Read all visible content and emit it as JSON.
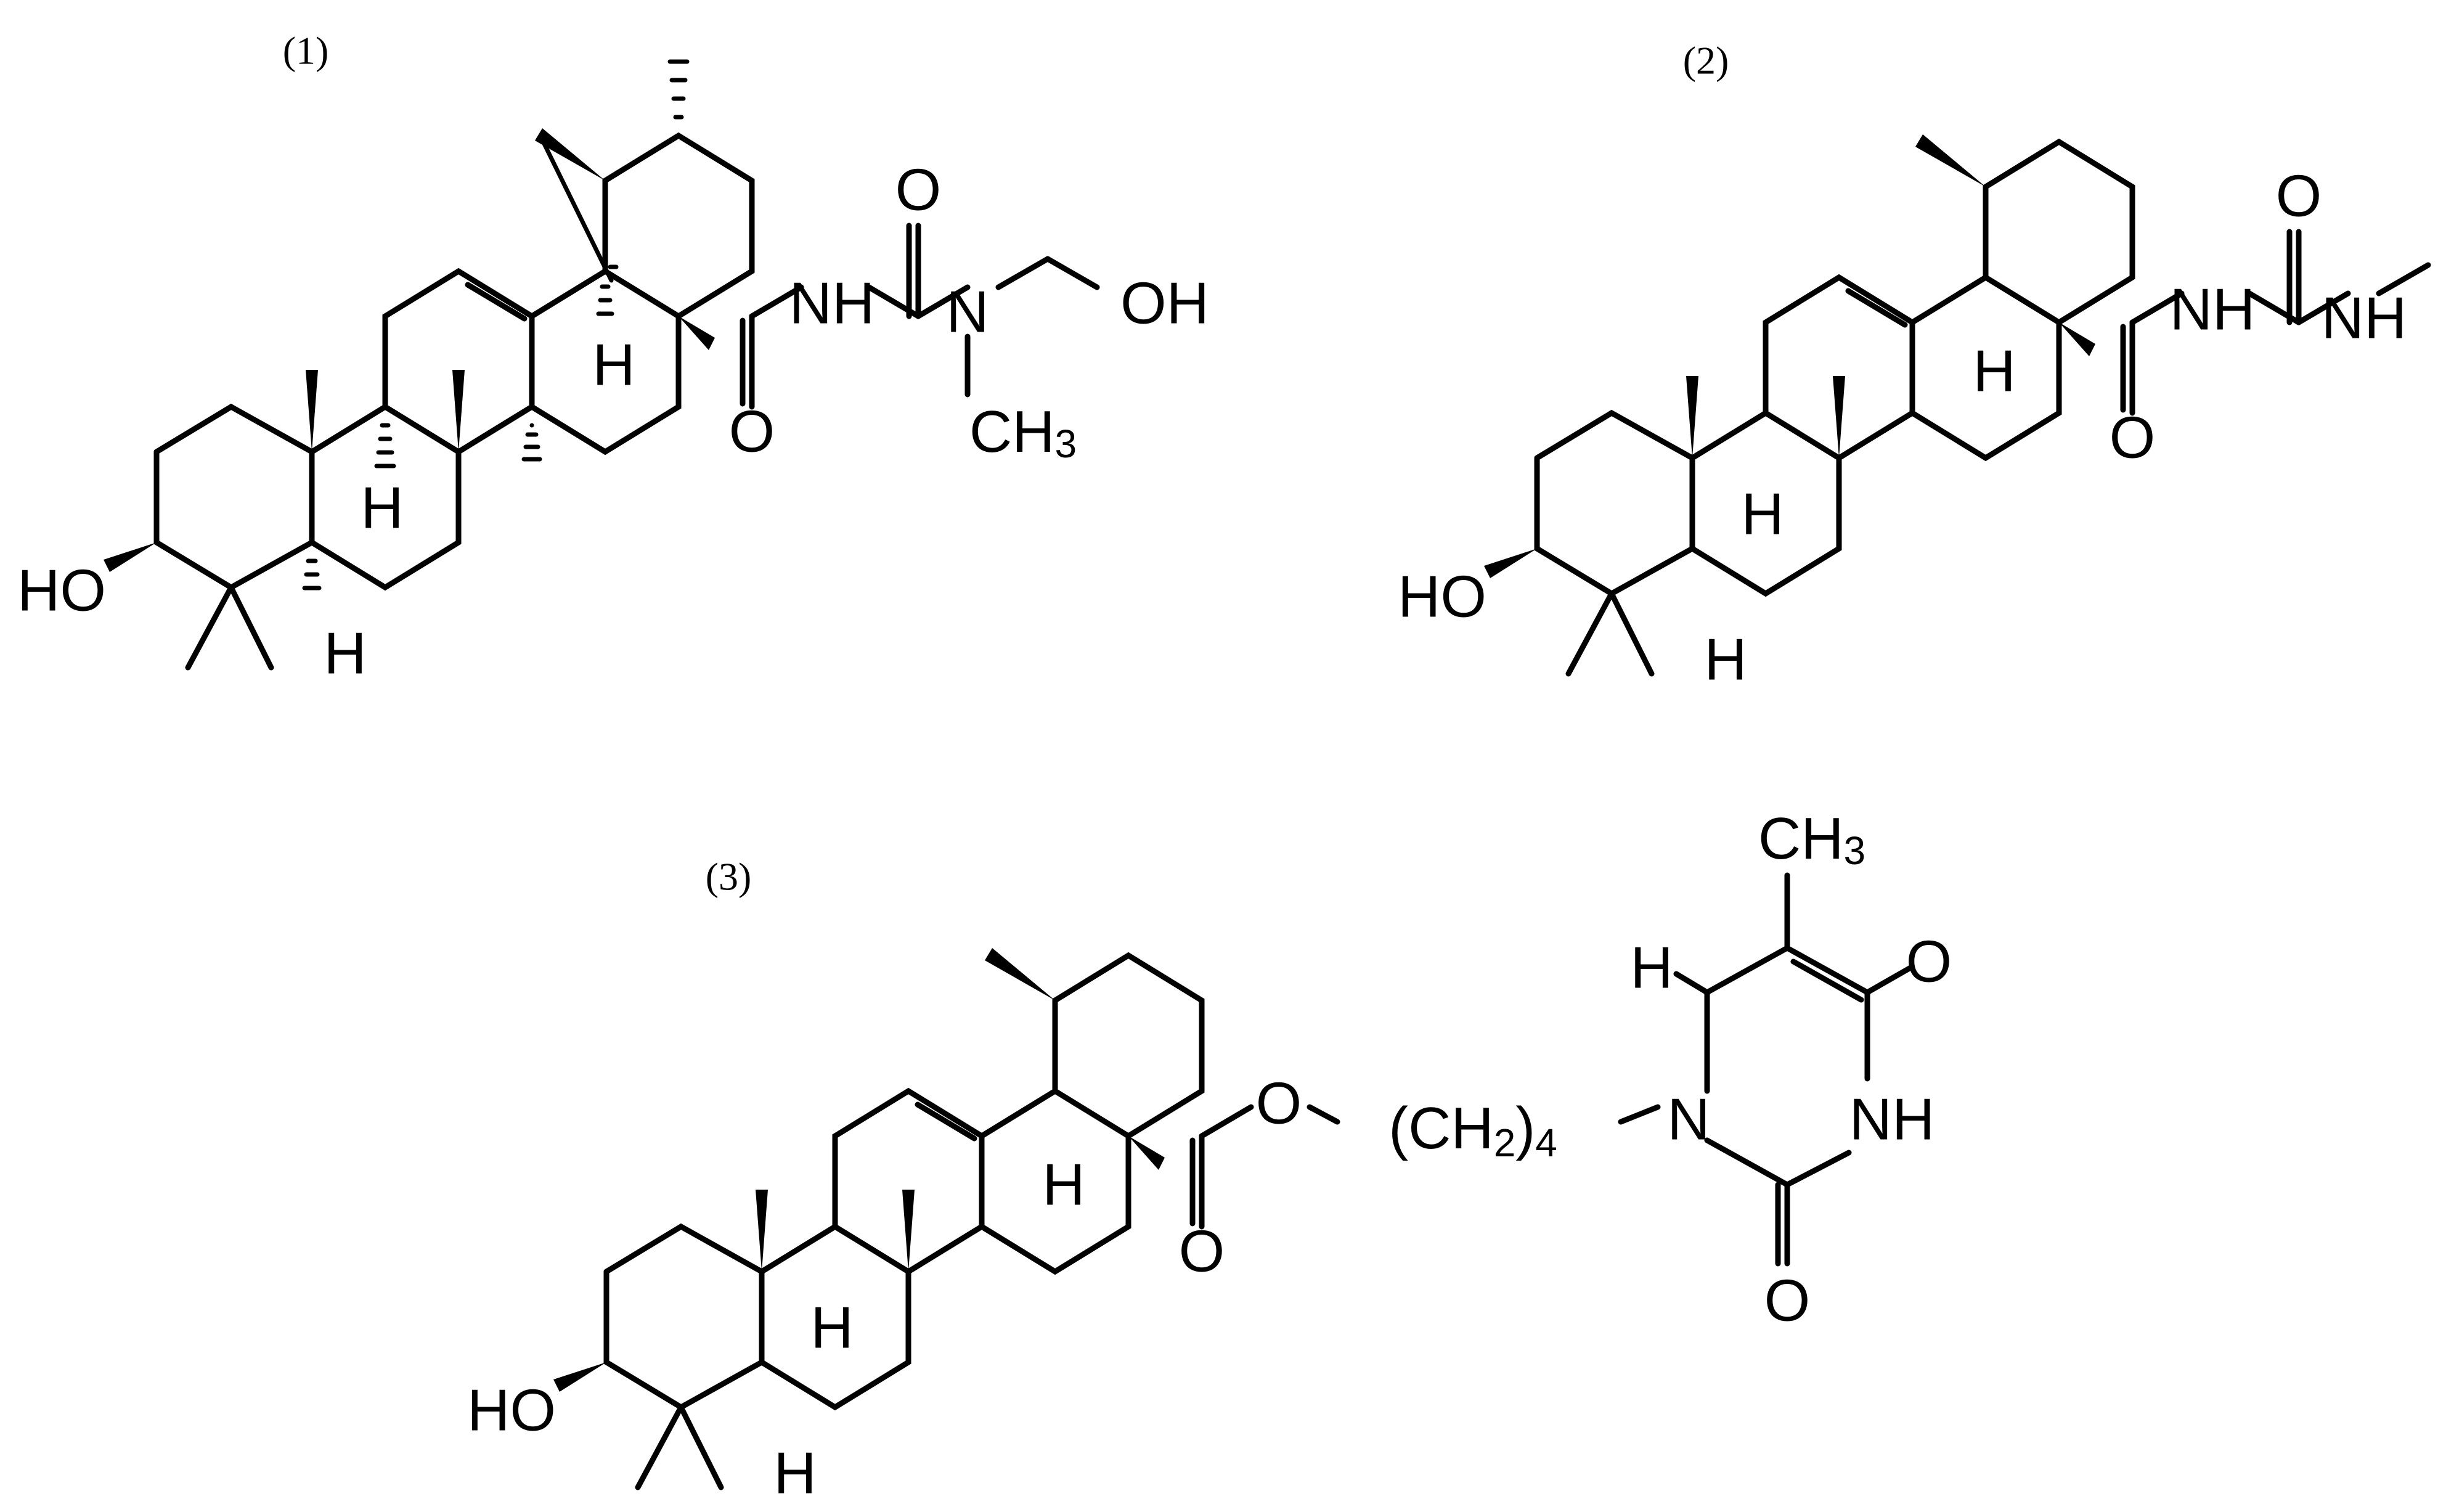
{
  "figure": {
    "labels": [
      "(1)",
      "(2)",
      "(3)"
    ],
    "atoms": {
      "ho": "HO",
      "h": "H",
      "o": "O",
      "n": "N",
      "oh": "OH",
      "ch": "CH",
      "three": "3",
      "nh": "NH",
      "nhyph": "N",
      "paren_open": "(CH",
      "two": "2",
      "paren_close": ")",
      "four": "4"
    }
  }
}
